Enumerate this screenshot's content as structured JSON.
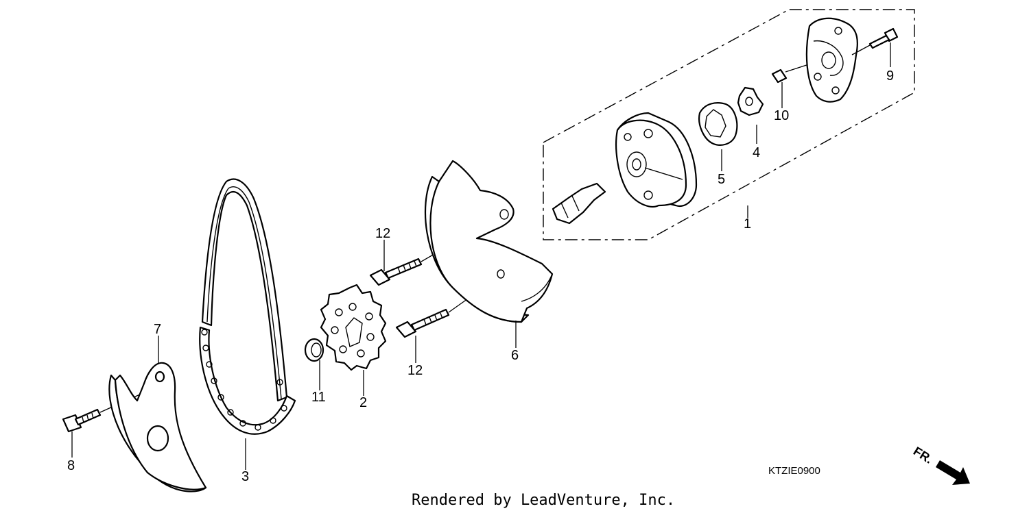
{
  "diagram": {
    "callouts": [
      {
        "id": "1",
        "text": "1"
      },
      {
        "id": "2",
        "text": "2"
      },
      {
        "id": "3",
        "text": "3"
      },
      {
        "id": "4",
        "text": "4"
      },
      {
        "id": "5",
        "text": "5"
      },
      {
        "id": "6",
        "text": "6"
      },
      {
        "id": "7",
        "text": "7"
      },
      {
        "id": "8",
        "text": "8"
      },
      {
        "id": "9",
        "text": "9"
      },
      {
        "id": "10",
        "text": "10"
      },
      {
        "id": "11",
        "text": "11"
      },
      {
        "id": "12a",
        "text": "12"
      },
      {
        "id": "12b",
        "text": "12"
      }
    ],
    "diagram_code": "KTZIE0900",
    "credit": "Rendered by LeadVenture, Inc.",
    "front_indicator": "FR."
  }
}
